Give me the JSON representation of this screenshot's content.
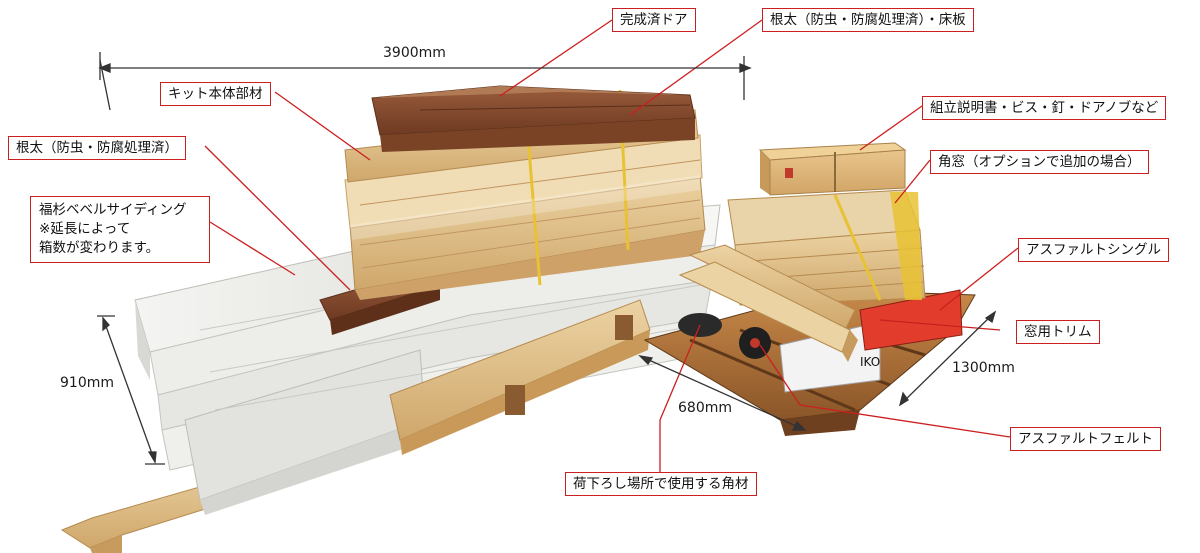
{
  "colors": {
    "leader_line": "#cc1f1f",
    "label_border": "#cc1f1f",
    "dimension_line": "#333333"
  },
  "labels": {
    "finished_door": "完成済ドア",
    "sill_and_floor": "根太（防虫・防腐処理済）・床板",
    "kit_body_parts": "キット本体部材",
    "manual_and_hardware": "組立説明書・ビス・釘・ドアノブなど",
    "sill_treated": "根太（防虫・防腐処理済）",
    "corner_window": "角窓（オプションで追加の場合）",
    "siding_lines": [
      "福杉ベベルサイディング",
      "※延長によって",
      "箱数が変わります。"
    ],
    "asphalt_shingle": "アスファルトシングル",
    "window_trim": "窓用トリム",
    "asphalt_felt": "アスファルトフェルト",
    "unloading_lumber": "荷下ろし場所で使用する角材"
  },
  "dimensions": {
    "length_main": "3900mm",
    "width_main": "910mm",
    "pallet_depth": "680mm",
    "pallet_length": "1300mm"
  }
}
